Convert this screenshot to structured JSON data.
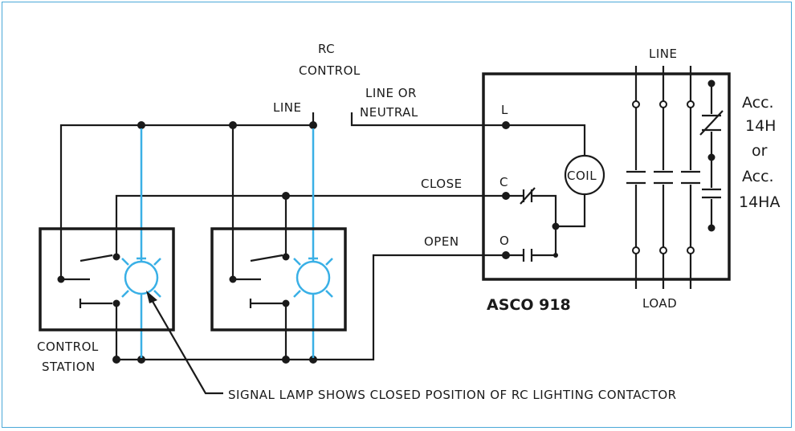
{
  "labels": {
    "rc_control_1": "RC",
    "rc_control_2": "CONTROL",
    "line_top": "LINE",
    "line_or_neutral_1": "LINE OR",
    "line_or_neutral_2": "NEUTRAL",
    "close": "CLOSE",
    "open": "OPEN",
    "terminal_l": "L",
    "terminal_c": "C",
    "terminal_o": "O",
    "coil": "COIL",
    "line_right": "LINE",
    "load": "LOAD",
    "model": "ASCO 918",
    "acc_1": "Acc.",
    "acc_2": "14H",
    "acc_3": "or",
    "acc_4": "Acc.",
    "acc_5": "14HA",
    "control_station_1": "CONTROL",
    "control_station_2": "STATION",
    "signal_lamp_note": "SIGNAL LAMP SHOWS CLOSED POSITION OF RC LIGHTING CONTACTOR"
  },
  "colors": {
    "wire": "#1a1a1a",
    "signal_wire": "#3ab0e6",
    "frame": "#4aa8d8"
  }
}
